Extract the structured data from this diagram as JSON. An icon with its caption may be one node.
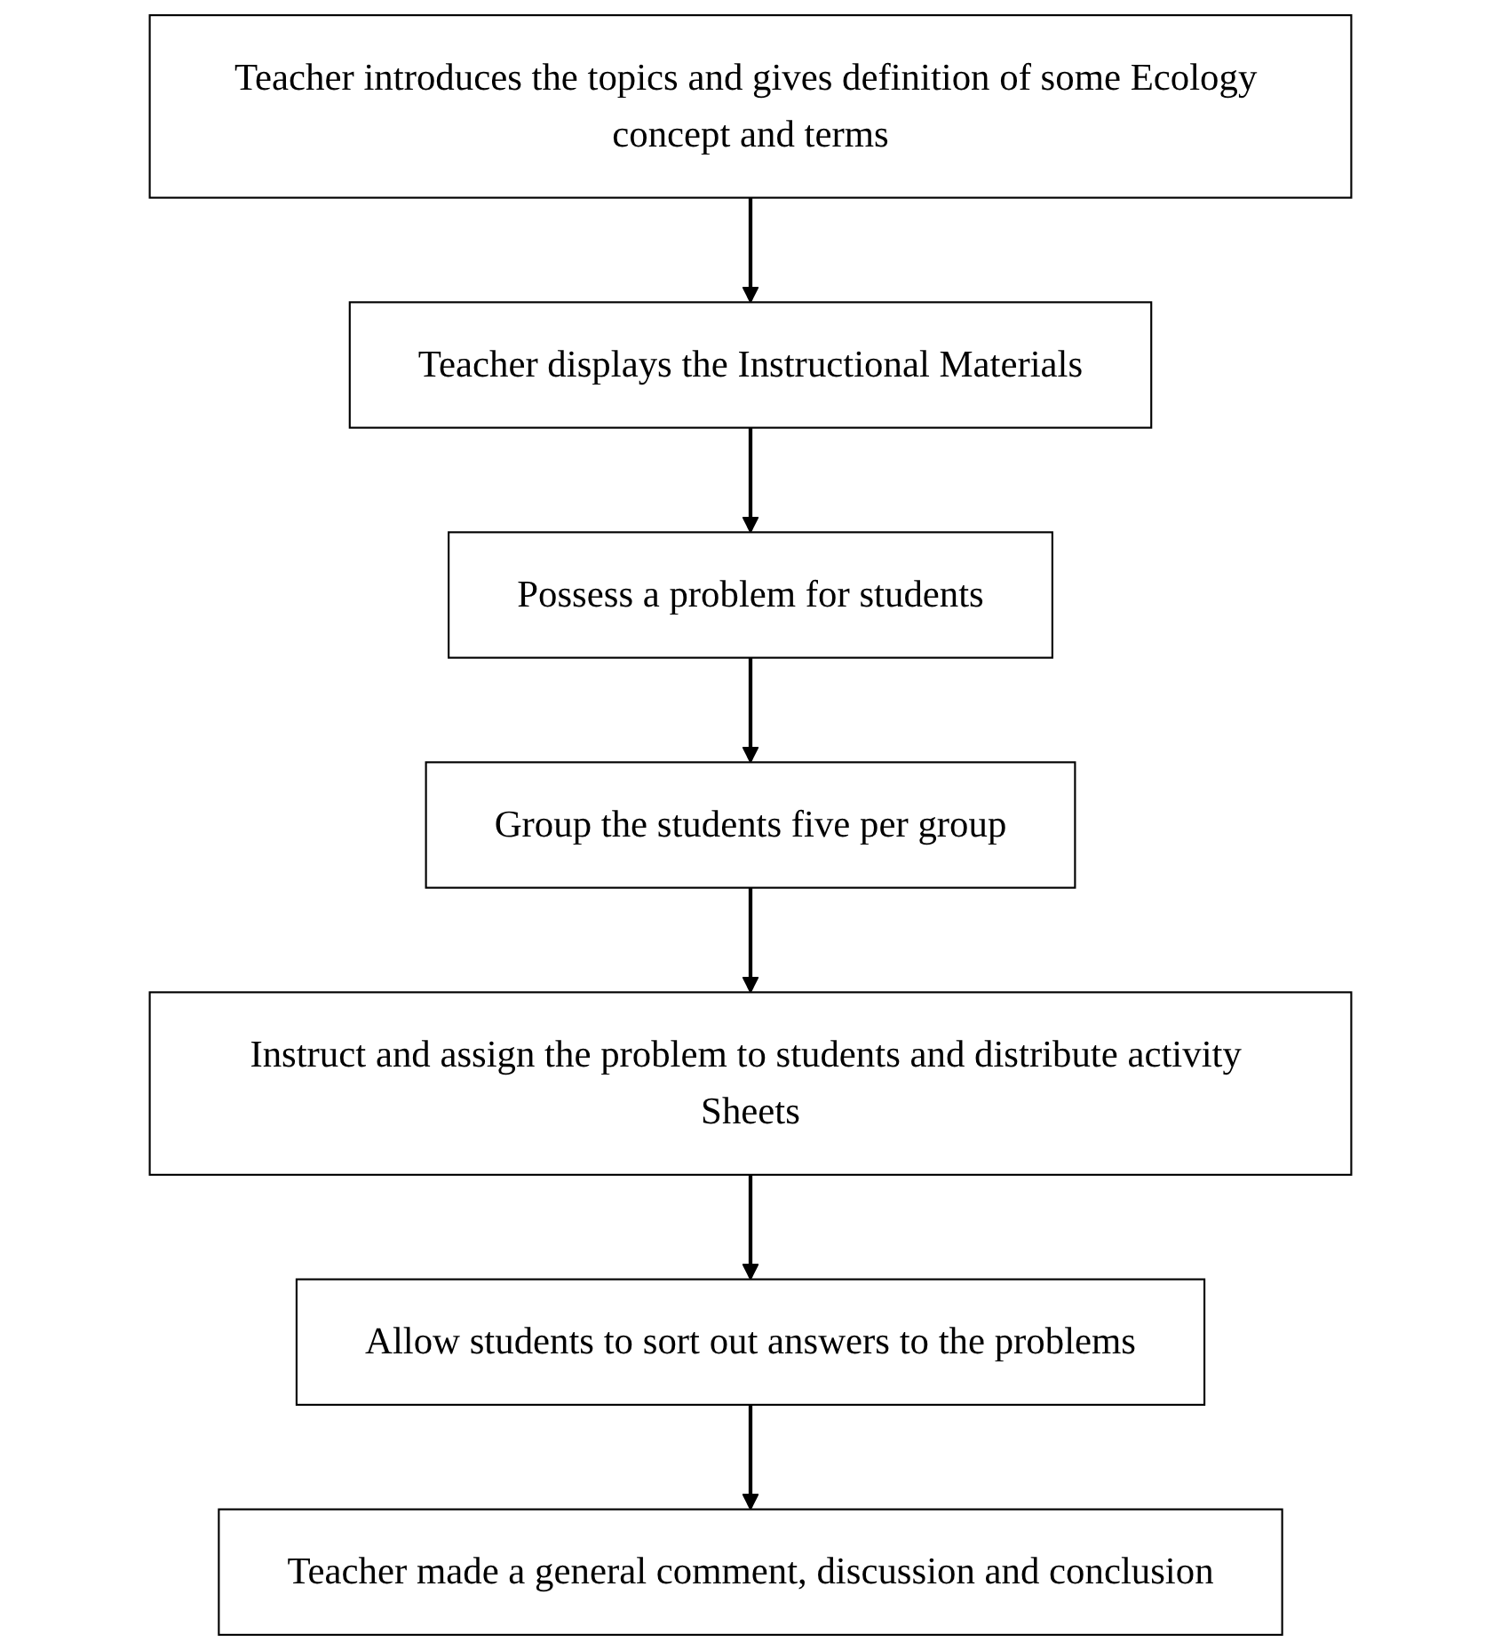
{
  "diagram": {
    "nodes": [
      {
        "text": [
          "Teacher introduces the topics and gives definition of some Ecology concept and terms"
        ]
      },
      {
        "text": [
          "Teacher displays the Instructional Materials"
        ]
      },
      {
        "text": [
          "Possess a problem for students"
        ]
      },
      {
        "text": [
          "Group the students five per group"
        ]
      },
      {
        "text": [
          "Instruct and assign the problem to students and distribute activity Sheets"
        ]
      },
      {
        "text": [
          "Allow students to sort out answers to the problems"
        ]
      },
      {
        "text": [
          "Teacher made a general comment, discussion and conclusion"
        ]
      }
    ],
    "edges": [
      {
        "from": 0,
        "to": 1,
        "arrow": "to"
      },
      {
        "from": 1,
        "to": 2,
        "arrow": "to"
      },
      {
        "from": 2,
        "to": 3,
        "arrow": "to"
      },
      {
        "from": 3,
        "to": 4,
        "arrow": "to"
      },
      {
        "from": 4,
        "to": 5,
        "arrow": "to"
      },
      {
        "from": 5,
        "to": 6,
        "arrow": "to"
      }
    ]
  }
}
